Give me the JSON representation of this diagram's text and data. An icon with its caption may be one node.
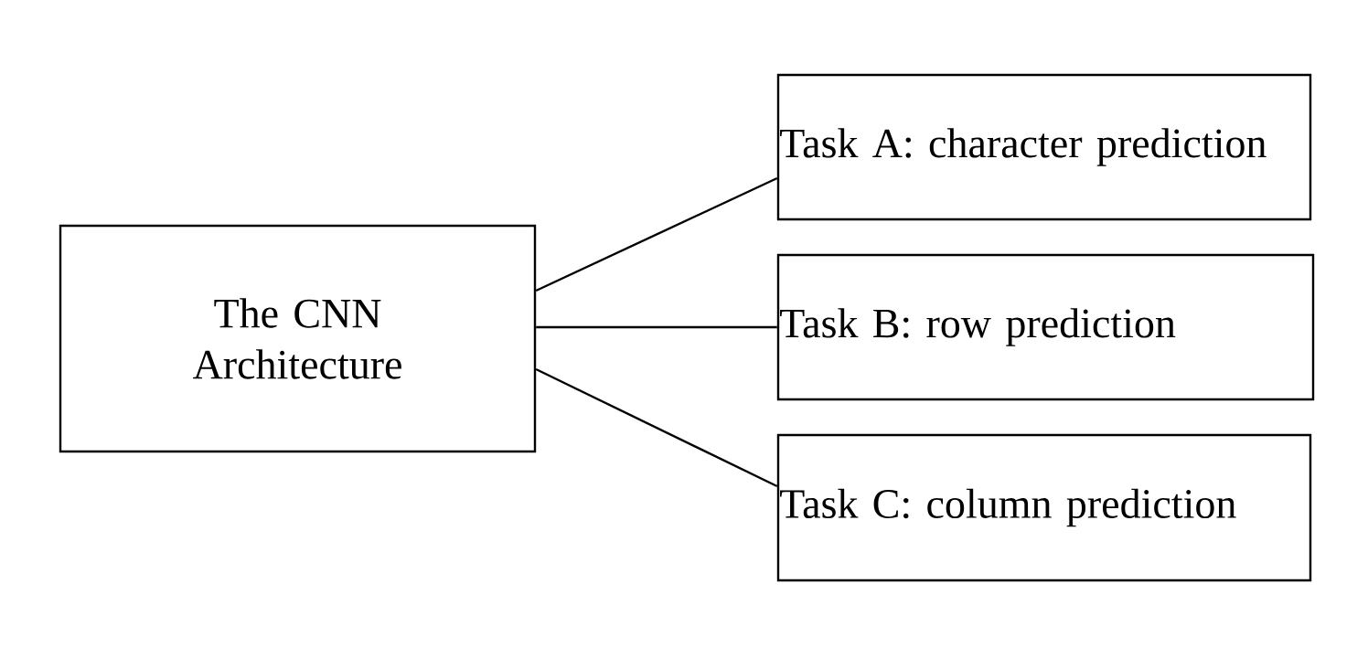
{
  "diagram": {
    "nodes": [
      {
        "text": [
          "The CNN Architecture"
        ]
      },
      {
        "text": [
          "Task A: character prediction"
        ]
      },
      {
        "text": [
          "Task B: row prediction"
        ]
      },
      {
        "text": [
          "Task C: column prediction"
        ]
      }
    ],
    "edges": [
      {
        "from": 0,
        "to": 1,
        "arrow": "none"
      },
      {
        "from": 0,
        "to": 2,
        "arrow": "none"
      },
      {
        "from": 0,
        "to": 3,
        "arrow": "none"
      }
    ]
  }
}
